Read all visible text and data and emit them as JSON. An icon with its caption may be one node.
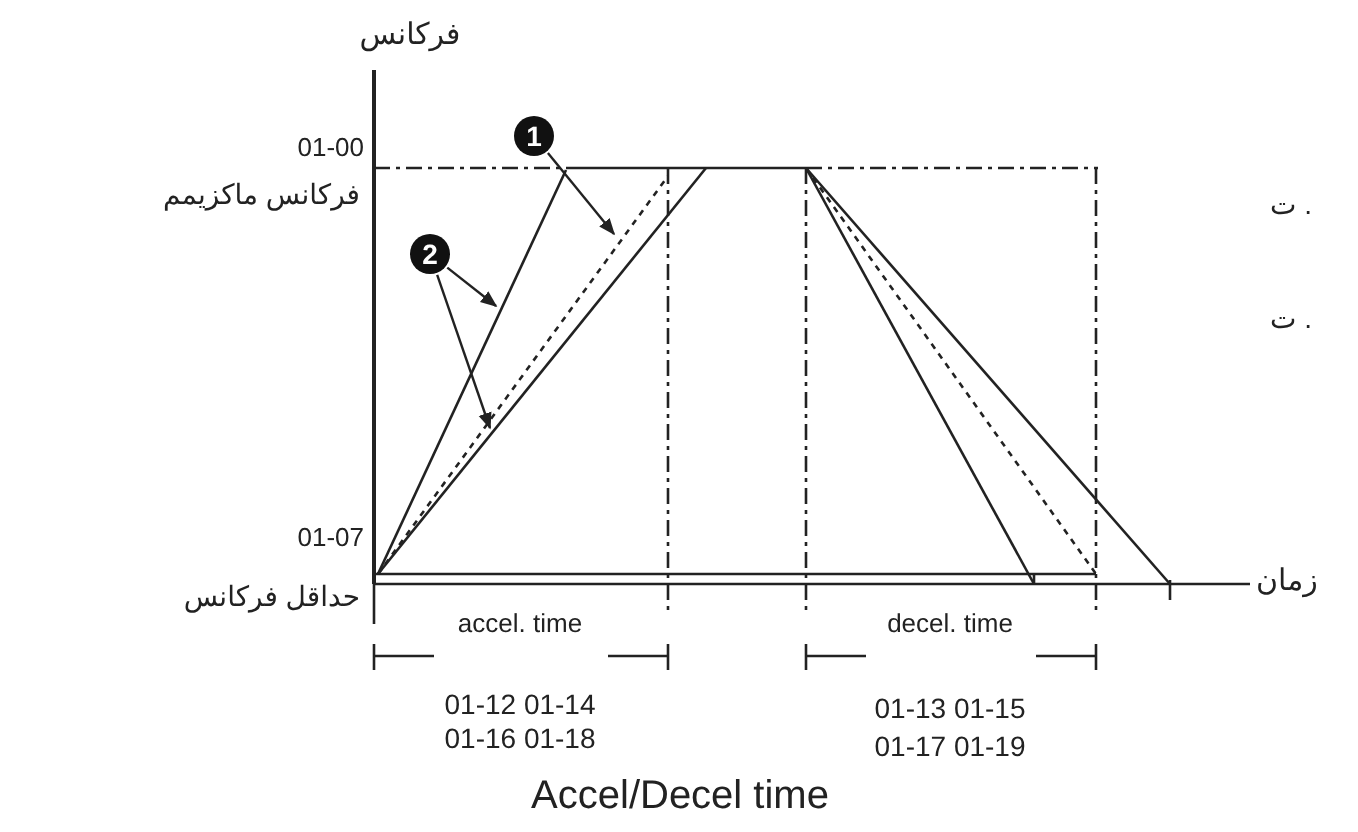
{
  "diagram": {
    "caption": "Accel/Decel time",
    "nodes": [
      {
        "text": [
          "1"
        ]
      },
      {
        "text": [
          "2"
        ]
      }
    ],
    "edges": [
      {
        "from": 0,
        "to": null,
        "arrow": "to"
      },
      {
        "from": 1,
        "to": null,
        "arrow": "to"
      },
      {
        "from": 1,
        "to": null,
        "arrow": "to"
      }
    ],
    "labels": [
      "فرکانس",
      "01-00",
      "فرکانس ماکزیمم",
      "ت .",
      "ت .",
      "01-07",
      "حداقل فرکانس",
      "زمان",
      "accel. time",
      "decel. time",
      "01-12 01-14",
      "01-13 01-15",
      "01-16 01-18",
      "01-17 01-19"
    ]
  }
}
